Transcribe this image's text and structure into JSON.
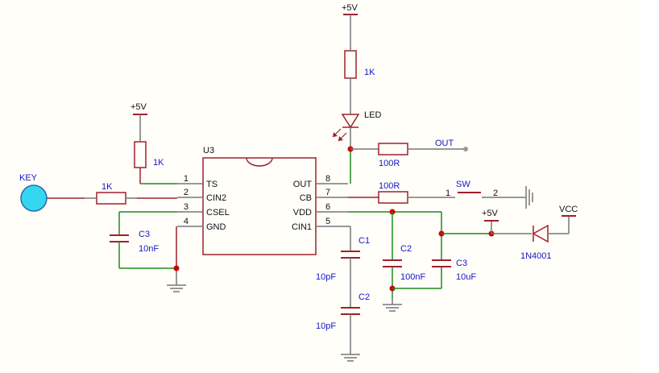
{
  "colors": {
    "wire_red": "#a0202a",
    "wire_green": "#1e8a1e",
    "junction": "#d00000",
    "text_blue": "#1515c8",
    "text_black": "#111111",
    "key_fill": "#34d6f0",
    "background": "#fffef9"
  },
  "ic": {
    "ref": "U3",
    "left_pins": [
      {
        "num": "1",
        "name": "TS"
      },
      {
        "num": "2",
        "name": "CIN2"
      },
      {
        "num": "3",
        "name": "CSEL"
      },
      {
        "num": "4",
        "name": "GND"
      }
    ],
    "right_pins": [
      {
        "num": "8",
        "name": "OUT"
      },
      {
        "num": "7",
        "name": "CB"
      },
      {
        "num": "6",
        "name": "VDD"
      },
      {
        "num": "5",
        "name": "CIN1"
      }
    ]
  },
  "power": {
    "top": "+5V",
    "left": "+5V",
    "right": "+5V",
    "vcc": "VCC"
  },
  "parts": {
    "key": "KEY",
    "r_key": "1K",
    "r_ts": "1K",
    "r_led": "1K",
    "led": "LED",
    "r_out": "100R",
    "out": "OUT",
    "r_cb": "100R",
    "sw": "SW",
    "sw_pin1": "1",
    "sw_pin2": "2",
    "c3_left_ref": "C3",
    "c3_left_val": "10nF",
    "c1_ref": "C1",
    "c1_val": "10pF",
    "c2_ref": "C2",
    "c2_val": "10pF",
    "c2b_ref": "C2",
    "c2b_val": "100nF",
    "c3_right_ref": "C3",
    "c3_right_val": "10uF",
    "diode": "1N4001"
  }
}
